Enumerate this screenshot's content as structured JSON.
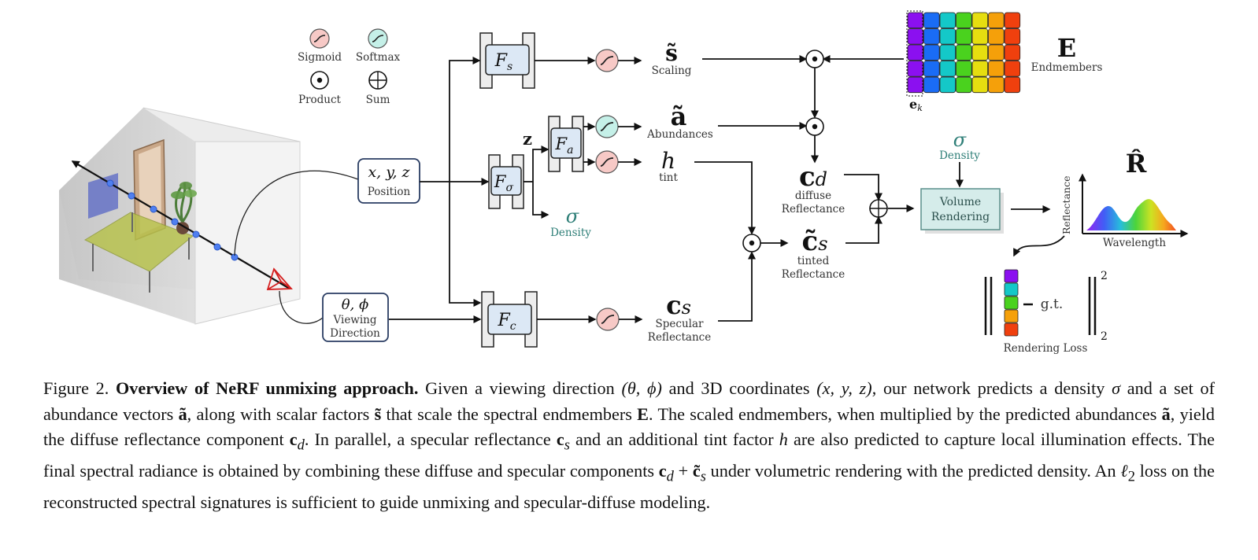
{
  "legend": {
    "sigmoid": "Sigmoid",
    "softmax": "Softmax",
    "product": "Product",
    "sum": "Sum"
  },
  "inputs": {
    "position_math": "x, y, z",
    "position_label": "Position",
    "view_math": "θ, ϕ",
    "view_label_1": "Viewing",
    "view_label_2": "Direction"
  },
  "networks": {
    "fs": "F",
    "fs_sub": "s",
    "fsigma": "F",
    "fsigma_sub": "σ",
    "fa": "F",
    "fa_sub": "a",
    "fc": "F",
    "fc_sub": "c",
    "z": "z"
  },
  "outputs": {
    "s_symbol": "s̃",
    "s_label": "Scaling",
    "a_symbol": "ã",
    "a_label": "Abundances",
    "h_symbol": "h",
    "h_label": "tint",
    "sigma_symbol": "σ",
    "sigma_label": "Density",
    "cs_symbol": "c",
    "cs_sub": "s",
    "cs_label_1": "Specular",
    "cs_label_2": "Reflectance",
    "cd_symbol": "c",
    "cd_sub": "d",
    "cd_label_1": "diffuse",
    "cd_label_2": "Reflectance",
    "cts_symbol": "c̃",
    "cts_sub": "s",
    "cts_label_1": "tinted",
    "cts_label_2": "Reflectance"
  },
  "endmembers": {
    "symbol": "E",
    "label": "Endmembers",
    "ek": "e",
    "ek_sub": "k",
    "colors": [
      "#8b10f0",
      "#1a6cf5",
      "#14c8c8",
      "#4ad21e",
      "#e6de10",
      "#f5a00a",
      "#f0400e"
    ]
  },
  "rendering": {
    "density_symbol": "σ",
    "density_label": "Density",
    "box_line_1": "Volume",
    "box_line_2": "Rendering",
    "r_symbol": "R̂",
    "y_axis": "Reflectance",
    "x_axis": "Wavelength"
  },
  "loss": {
    "gt": "g.t.",
    "sup": "2",
    "sub": "2",
    "label": "Rendering Loss",
    "colors": [
      "#8b10f0",
      "#14c8c8",
      "#4ad21e",
      "#f5a00a",
      "#f0400e"
    ]
  },
  "caption": {
    "fig_label": "Figure 2.",
    "title": "Overview of NeRF unmixing approach.",
    "t1": " Given a viewing direction ",
    "m1": "(θ, ϕ)",
    "t2": " and 3D coordinates ",
    "m2": "(x, y, z)",
    "t3": ", our network predicts a density ",
    "m3": "σ",
    "t4": " and a set of abundance vectors ",
    "m4": "ã",
    "t5": ", along with scalar factors ",
    "m5": "s̃",
    "t6": " that scale the spectral endmembers ",
    "m6": "E",
    "t7": ". The scaled endmembers, when multiplied by the predicted abundances ",
    "m7": "ã",
    "t8": ", yield the diffuse reflectance component ",
    "m8": "c",
    "m8s": "d",
    "t9": ". In parallel, a specular reflectance ",
    "m9": "c",
    "m9s": "s",
    "t10": " and an additional tint factor ",
    "m10": "h",
    "t11": " are also predicted to capture local illumination effects. The final spectral radiance is obtained by combining these diffuse and specular components ",
    "m11a": "c",
    "m11as": "d",
    "m11op": " + ",
    "m11b": "c̃",
    "m11bs": "s",
    "t12": " under volumetric rendering with the predicted density. An ",
    "m12": "ℓ",
    "m12s": "2",
    "t13": " loss on the reconstructed spectral signatures is sufficient to guide unmixing and specular-diffuse modeling."
  }
}
